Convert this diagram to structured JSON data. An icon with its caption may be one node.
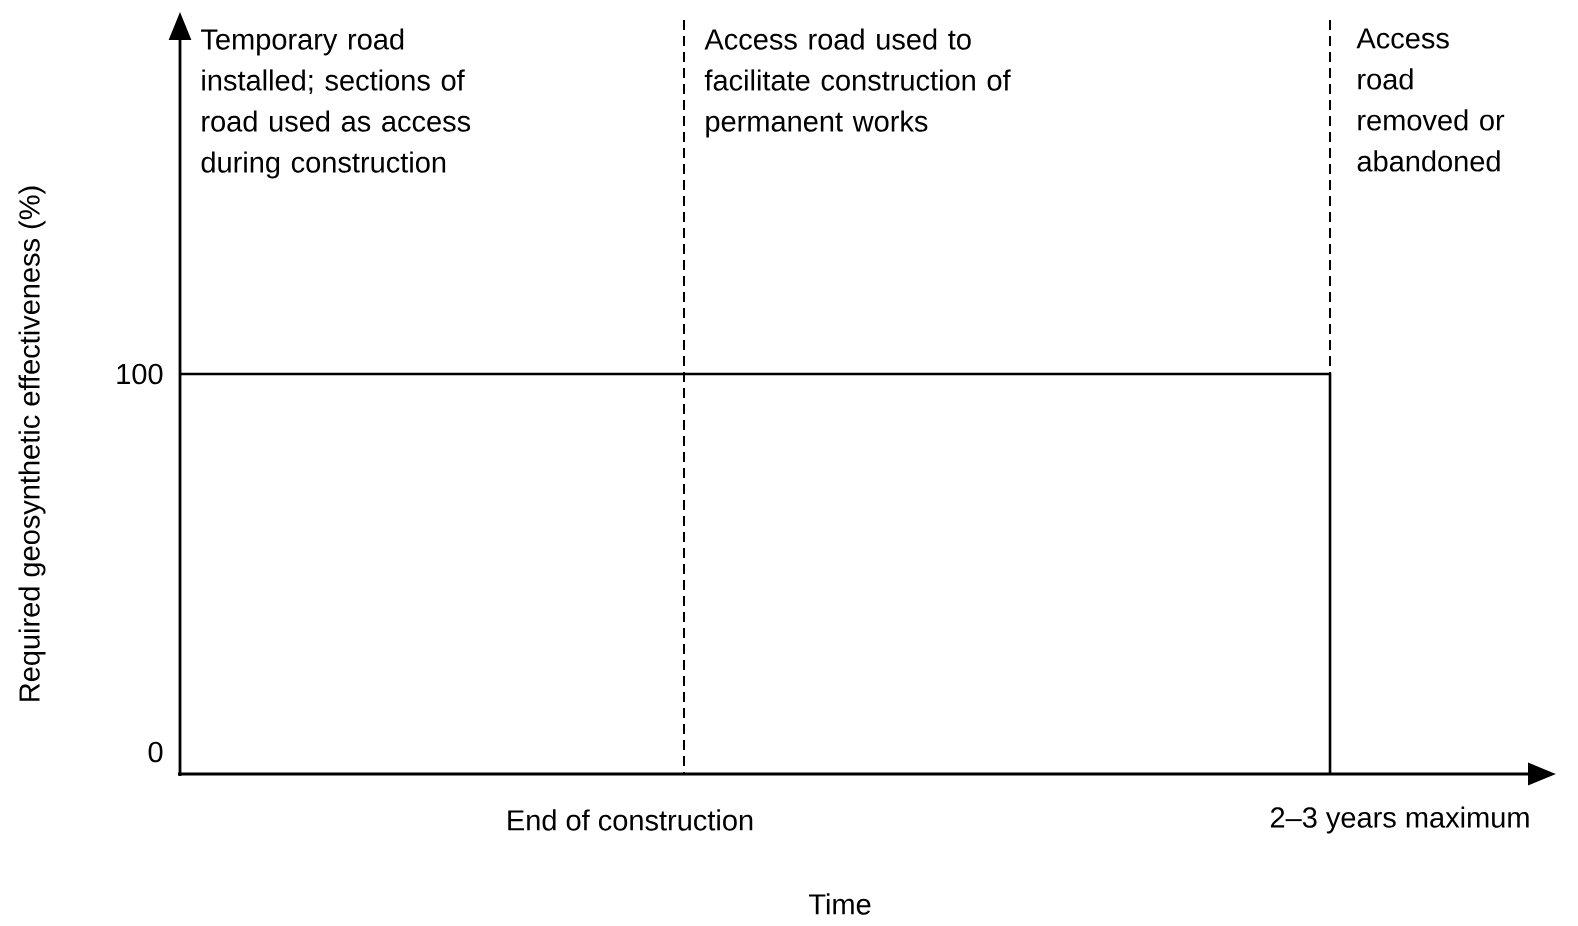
{
  "diagram": {
    "labels": [
      "Temporary road installed; sections of road used as access during construction",
      "Access road used to facilitate construction of permanent works",
      "Access road removed or abandoned",
      "100",
      "0",
      "End of construction",
      "2–3 years maximum",
      "Time",
      "Required geosynthetic effectiveness (%)"
    ]
  }
}
